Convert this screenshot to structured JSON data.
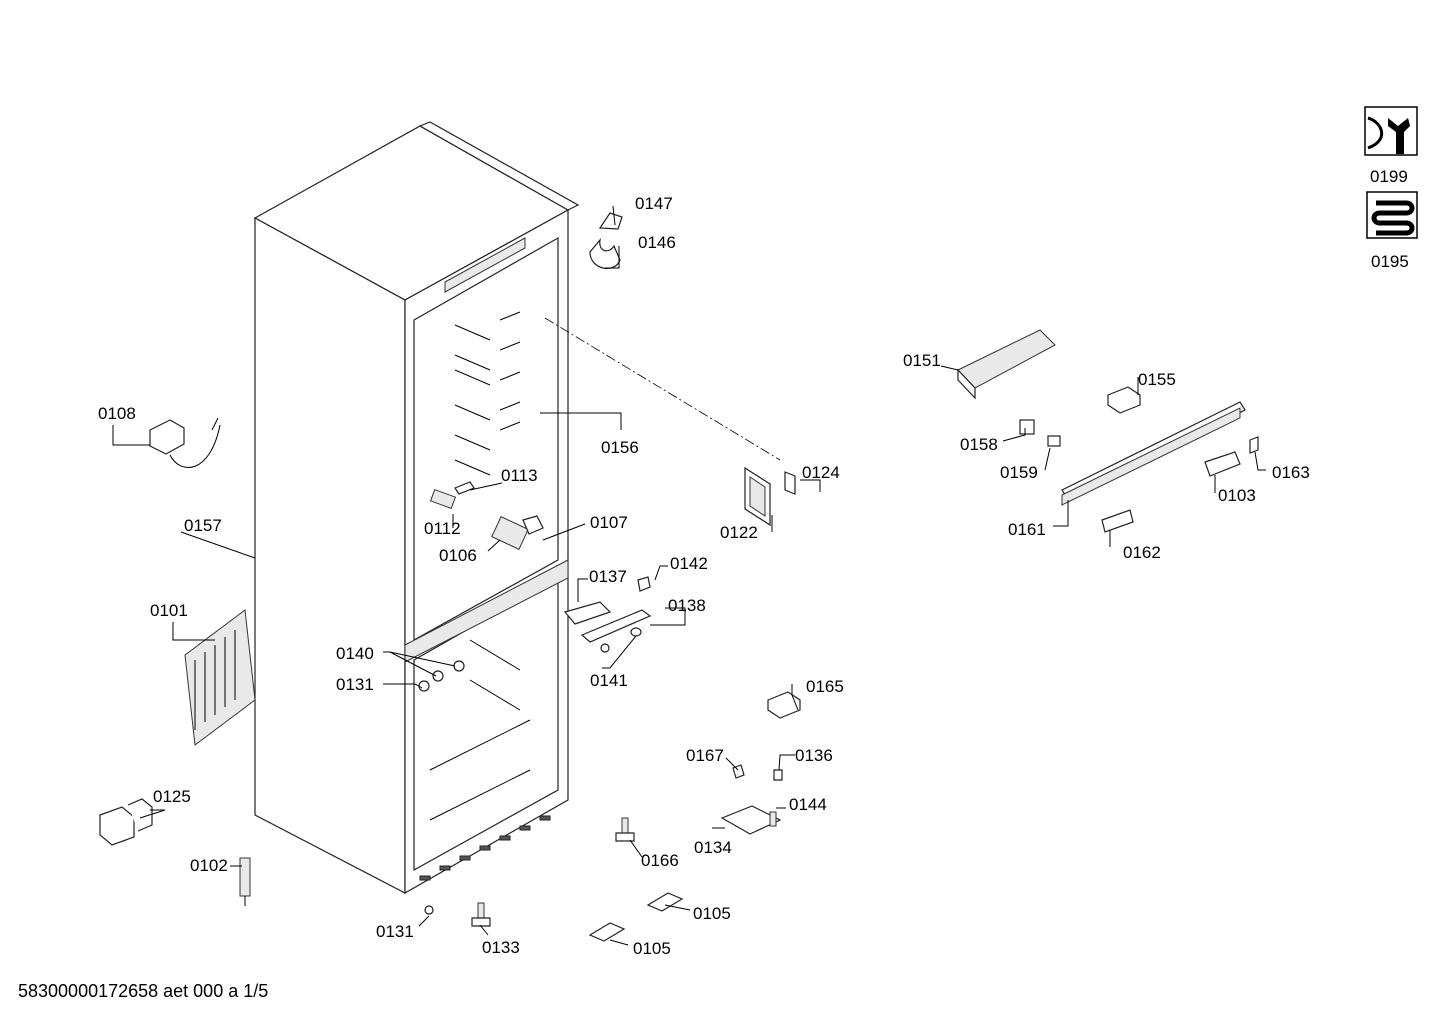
{
  "part_labels": {
    "p0101": "0101",
    "p0102": "0102",
    "p0103": "0103",
    "p0105a": "0105",
    "p0105b": "0105",
    "p0106": "0106",
    "p0107": "0107",
    "p0108": "0108",
    "p0112": "0112",
    "p0113": "0113",
    "p0122": "0122",
    "p0124": "0124",
    "p0125": "0125",
    "p0131a": "0131",
    "p0131b": "0131",
    "p0133": "0133",
    "p0134": "0134",
    "p0136": "0136",
    "p0137": "0137",
    "p0138": "0138",
    "p0140": "0140",
    "p0141": "0141",
    "p0142": "0142",
    "p0144": "0144",
    "p0146": "0146",
    "p0147": "0147",
    "p0151": "0151",
    "p0155": "0155",
    "p0156": "0156",
    "p0157": "0157",
    "p0158": "0158",
    "p0159": "0159",
    "p0161": "0161",
    "p0162": "0162",
    "p0163": "0163",
    "p0165": "0165",
    "p0166": "0166",
    "p0167": "0167",
    "p0195": "0195",
    "p0199": "0199"
  },
  "icons": {
    "tools": "wrench-icon",
    "heater": "heating-coil-icon"
  },
  "footer": {
    "document_id": "58300000172658 aet 000 a 1/5"
  }
}
